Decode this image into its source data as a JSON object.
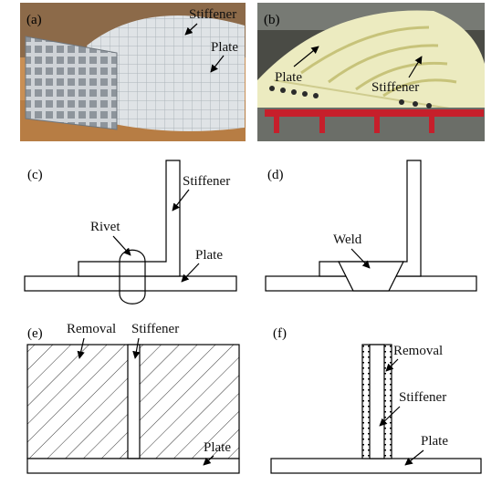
{
  "panels": {
    "a": {
      "label": "(a)",
      "annotations": [
        "Stiffener",
        "Plate"
      ]
    },
    "b": {
      "label": "(b)",
      "annotations": [
        "Plate",
        "Stiffener"
      ]
    },
    "c": {
      "label": "(c)",
      "annotations": [
        "Stiffener",
        "Rivet",
        "Plate"
      ]
    },
    "d": {
      "label": "(d)",
      "annotations": [
        "Weld"
      ]
    },
    "e": {
      "label": "(e)",
      "annotations": [
        "Removal",
        "Stiffener",
        "Plate"
      ]
    },
    "f": {
      "label": "(f)",
      "annotations": [
        "Removal",
        "Stiffener",
        "Plate"
      ]
    }
  },
  "colors": {
    "photo_a_background": "#c98f54",
    "photo_a_panel": "#c9ccd0",
    "photo_b_structure": "#e4e3a2",
    "photo_b_accent": "#c61f2b",
    "hatch": "#000000"
  }
}
